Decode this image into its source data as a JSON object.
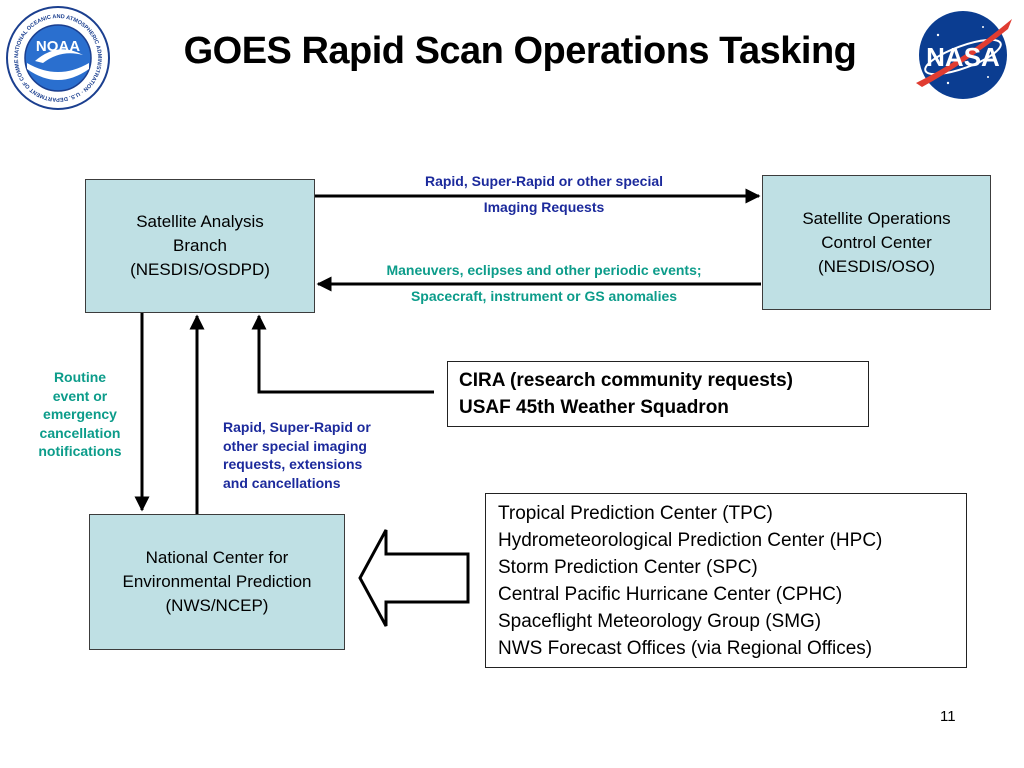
{
  "title": "GOES Rapid Scan Operations Tasking",
  "logos": {
    "left": "NOAA",
    "right": "NASA"
  },
  "noaa_ring_text": "NATIONAL OCEANIC AND ATMOSPHERIC ADMINISTRATION · U.S. DEPARTMENT OF COMMERCE",
  "nodes": {
    "sab": [
      "Satellite Analysis",
      "Branch",
      "(NESDIS/OSDPD)"
    ],
    "soc": [
      "Satellite Operations",
      "Control Center",
      "(NESDIS/OSO)"
    ],
    "ncep": [
      "National Center for",
      "Environmental Prediction",
      "(NWS/NCEP)"
    ],
    "cira": [
      "CIRA (research community requests)",
      "USAF 45th Weather Squadron"
    ],
    "centers": [
      "Tropical Prediction Center (TPC)",
      "Hydrometeorological Prediction Center (HPC)",
      "Storm Prediction Center (SPC)",
      "Central Pacific Hurricane Center (CPHC)",
      "Spaceflight Meteorology Group (SMG)",
      "NWS Forecast Offices (via Regional Offices)"
    ]
  },
  "edge_labels": {
    "sab_to_soc": [
      "Rapid, Super-Rapid or other special",
      "Imaging Requests"
    ],
    "soc_to_sab": [
      "Maneuvers, eclipses and other periodic events;",
      "Spacecraft, instrument or GS anomalies"
    ],
    "sab_to_ncep": [
      "Routine",
      "event or",
      "emergency",
      "cancellation",
      "notifications"
    ],
    "ncep_to_sab": [
      "Rapid, Super-Rapid or",
      "other special imaging",
      "requests, extensions",
      "and cancellations"
    ]
  },
  "colors": {
    "box_fill": "#bfe0e4",
    "label_blue": "#1c2a9c",
    "label_teal": "#0c9c8a"
  },
  "page_number": "11"
}
